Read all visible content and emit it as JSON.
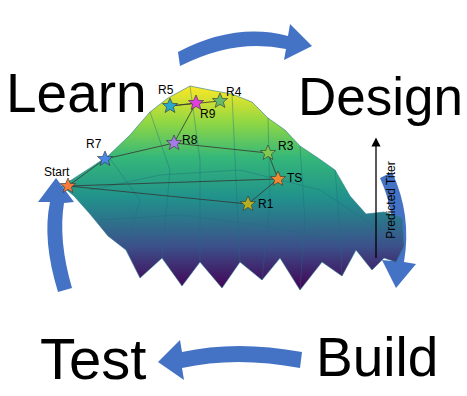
{
  "diagram": {
    "labels": [
      "Learn",
      "Design",
      "R5",
      "R4",
      "R9",
      "R7",
      "R8",
      "R3",
      "Start",
      "TS",
      "R1",
      "Predicted Titer",
      "Test",
      "Build"
    ]
  }
}
